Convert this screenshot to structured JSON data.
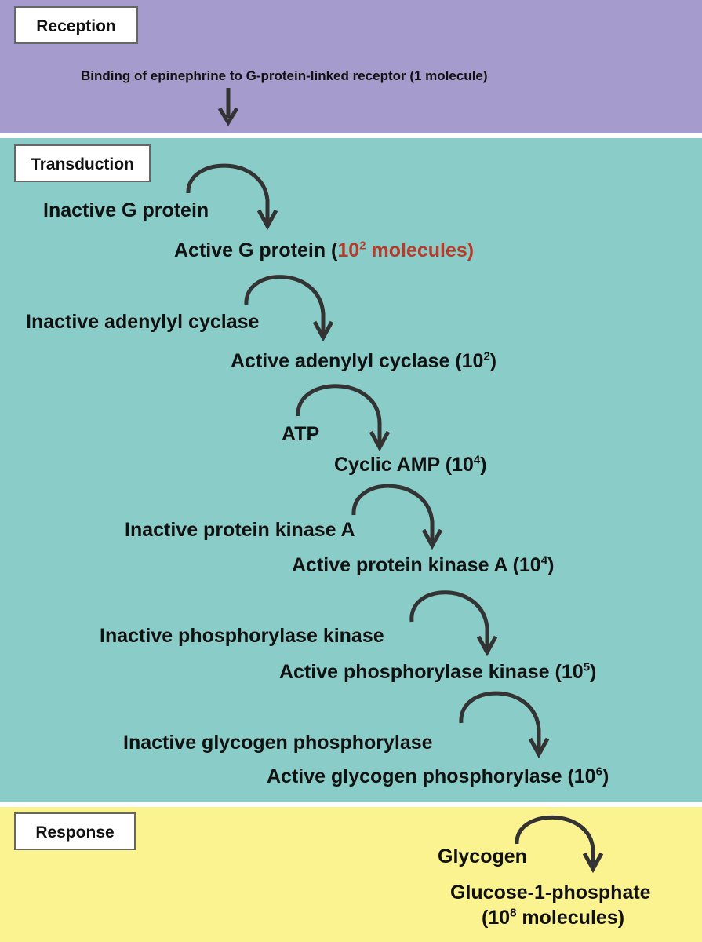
{
  "colors": {
    "reception_bg": "#a59ccd",
    "transduction_bg": "#8acdc8",
    "response_bg": "#fbf38f",
    "highlight": "#b83a2a",
    "arrow": "#333333"
  },
  "stages": {
    "reception": "Reception",
    "transduction": "Transduction",
    "response": "Response"
  },
  "reception": {
    "text": "Binding of epinephrine to G-protein-linked receptor (1 molecule)"
  },
  "steps": [
    {
      "inactive": "Inactive G protein",
      "active": "Active G protein",
      "amount_open": "(",
      "base": "10",
      "exp": "2",
      "amount_close": " molecules)"
    },
    {
      "inactive": "Inactive adenylyl cyclase",
      "active": "Active adenylyl cyclase",
      "amount_open": "(",
      "base": "10",
      "exp": "2",
      "amount_close": ")"
    },
    {
      "inactive": "ATP",
      "active": "Cyclic AMP",
      "amount_open": "(",
      "base": "10",
      "exp": "4",
      "amount_close": ")"
    },
    {
      "inactive": "Inactive protein kinase A",
      "active": "Active protein kinase A",
      "amount_open": "(",
      "base": "10",
      "exp": "4",
      "amount_close": ")"
    },
    {
      "inactive": "Inactive phosphorylase kinase",
      "active": "Active phosphorylase kinase",
      "amount_open": "(",
      "base": "10",
      "exp": "5",
      "amount_close": ")"
    },
    {
      "inactive": "Inactive glycogen phosphorylase",
      "active": "Active glycogen phosphorylase",
      "amount_open": "(",
      "base": "10",
      "exp": "6",
      "amount_close": ")"
    }
  ],
  "response": {
    "input": "Glycogen",
    "product": "Glucose-1-phosphate",
    "amount_open": "(",
    "base": "10",
    "exp": "8",
    "amount_close": " molecules)"
  }
}
